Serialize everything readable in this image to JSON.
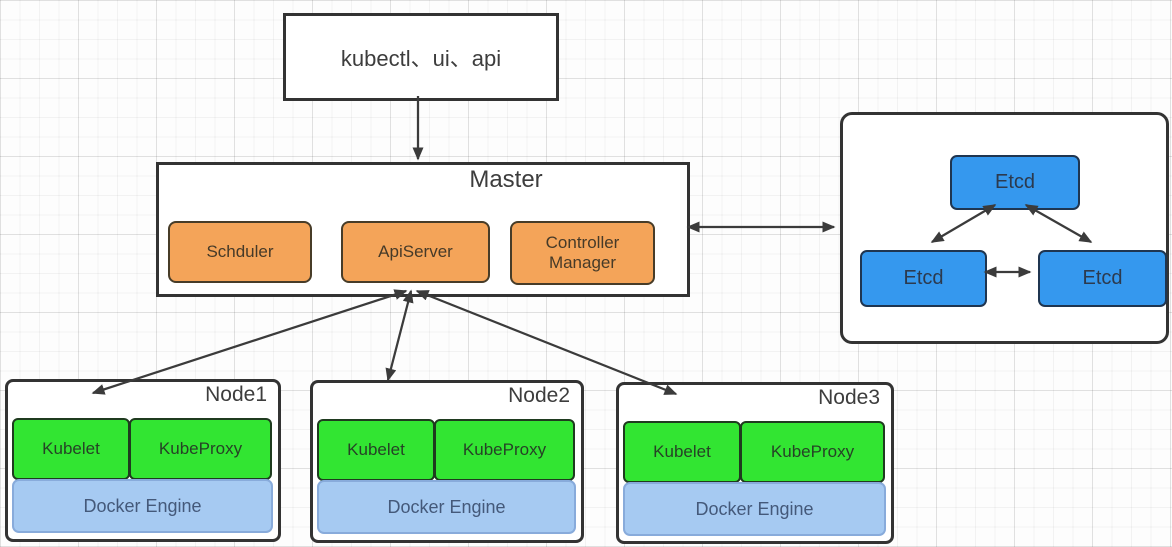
{
  "client": {
    "label": "kubectl、ui、api"
  },
  "master": {
    "title": "Master",
    "components": [
      {
        "label": "Schduler"
      },
      {
        "label": "ApiServer"
      },
      {
        "label": "Controller Manager"
      }
    ]
  },
  "etcd_cluster": {
    "members": [
      {
        "label": "Etcd"
      },
      {
        "label": "Etcd"
      },
      {
        "label": "Etcd"
      }
    ]
  },
  "worker_nodes": [
    {
      "title": "Node1",
      "agents": [
        "Kubelet",
        "KubeProxy"
      ],
      "runtime": "Docker Engine"
    },
    {
      "title": "Node2",
      "agents": [
        "Kubelet",
        "KubeProxy"
      ],
      "runtime": "Docker Engine"
    },
    {
      "title": "Node3",
      "agents": [
        "Kubelet",
        "KubeProxy"
      ],
      "runtime": "Docker Engine"
    }
  ],
  "colors": {
    "component_fill": "#f4a459",
    "component_border": "#473c28",
    "agent_fill": "#32e532",
    "agent_border": "#1f3b1f",
    "etcd_fill": "#3598ee",
    "etcd_border": "#1f3550",
    "runtime_fill": "#a6caf2",
    "runtime_border": "#88abdb",
    "box_outline": "#333333",
    "arrow": "#3b3b3b",
    "text": "#3d3d3d"
  }
}
